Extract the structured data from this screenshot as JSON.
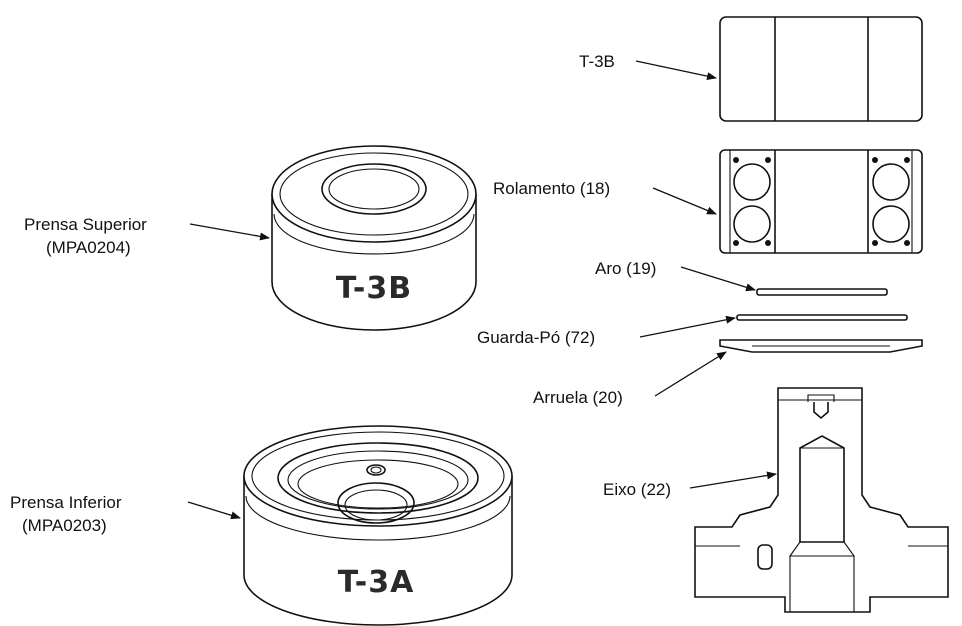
{
  "labels": {
    "t3b_top": "T-3B",
    "rolamento": "Rolamento (18)",
    "aro": "Aro (19)",
    "guarda_po": "Guarda-Pó (72)",
    "arruela": "Arruela (20)",
    "eixo": "Eixo (22)",
    "prensa_superior_name": "Prensa Superior",
    "prensa_superior_code": "(MPA0204)",
    "prensa_inferior_name": "Prensa Inferior",
    "prensa_inferior_code": "(MPA0203)"
  },
  "embossed": {
    "upper_press": "T-3B",
    "lower_press": "T-3A"
  }
}
